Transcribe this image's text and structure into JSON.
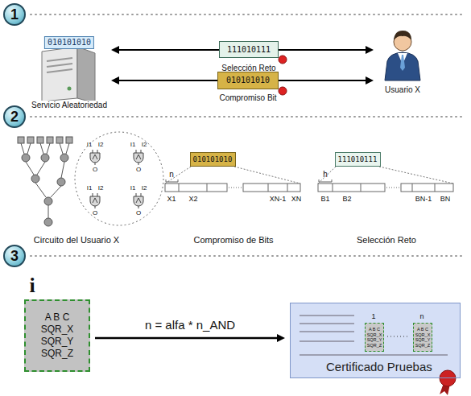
{
  "diagram": {
    "nodes": [
      {
        "text": [
          "1"
        ]
      },
      {
        "text": [
          "010101010",
          "Servicio Aleatoriedad"
        ]
      },
      {
        "text": [
          "111010111",
          "Selección Reto"
        ]
      },
      {
        "text": [
          "010101010",
          "Compromiso Bit"
        ]
      },
      {
        "text": [
          "Usuario X"
        ]
      },
      {
        "text": [
          "2"
        ]
      },
      {
        "text": [
          "010101010"
        ]
      },
      {
        "text": [
          "111010111"
        ]
      },
      {
        "text": [
          "3"
        ]
      },
      {
        "text": [
          "A B C",
          "SQR_X",
          "SQR_Y",
          "SQR_Z"
        ]
      },
      {
        "text": [
          "Certificado Pruebas"
        ]
      },
      {
        "text": [
          "A B C",
          "SQR_X",
          "SQR_Y",
          "SQR_Z"
        ],
        "in": 10
      },
      {
        "text": [
          "A B C",
          "SQR_X",
          "SQR_Y",
          "SQR_Z"
        ],
        "in": 10
      }
    ],
    "edges": [
      {
        "from": 1,
        "to": 4,
        "arrow": "both"
      },
      {
        "from": 1,
        "to": 4,
        "arrow": "both"
      },
      {
        "from": 9,
        "to": 10,
        "arrow": "to",
        "label": "n = alfa * n_AND"
      }
    ],
    "labels": [
      "I1",
      "I2",
      "O",
      "I1",
      "I2",
      "O",
      "I1",
      "I2",
      "O",
      "I1",
      "I2",
      "O",
      "Circuito del Usuario X",
      "n",
      "X1",
      "X2",
      "XN-1",
      "XN",
      "Compromiso de Bits",
      "h",
      "B1",
      "B2",
      "BN-1",
      "BN",
      "Selección Reto",
      "i",
      "1",
      "n"
    ]
  }
}
